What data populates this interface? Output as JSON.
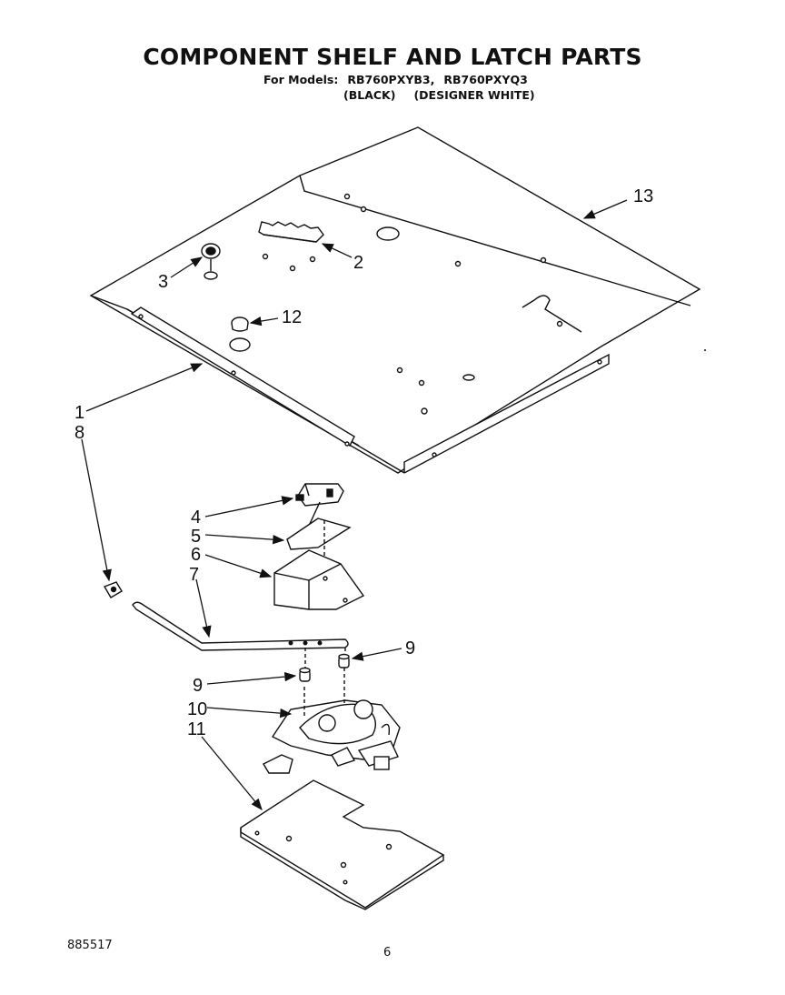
{
  "title": "COMPONENT SHELF AND LATCH PARTS",
  "models": {
    "prefix": "For Models:",
    "model_1": "RB760PXYB3,",
    "model_2": "RB760PXYQ3",
    "color_1": "(BLACK)",
    "color_2": "(DESIGNER WHITE)"
  },
  "callouts": [
    "1",
    "2",
    "3",
    "4",
    "5",
    "6",
    "7",
    "8",
    "9",
    "9",
    "10",
    "11",
    "12",
    "13"
  ],
  "footer": {
    "doc_number": "885517",
    "page_number": "6"
  }
}
